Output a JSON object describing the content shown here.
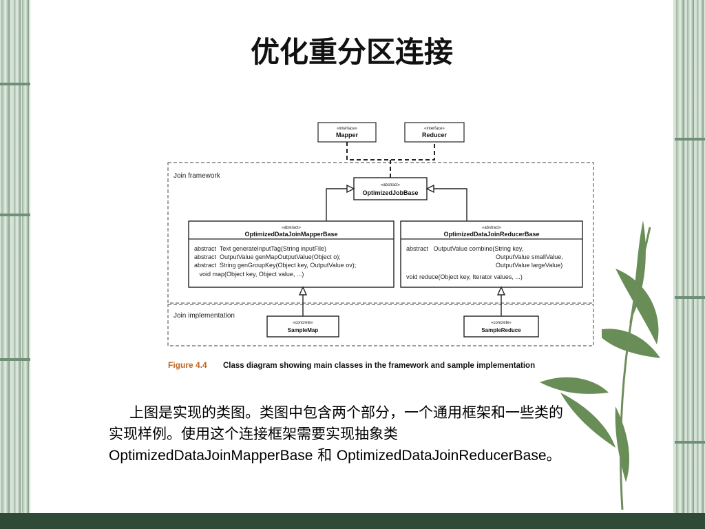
{
  "slide": {
    "title": "优化重分区连接"
  },
  "diagram": {
    "interfaces": [
      {
        "stereotype": "«interface»",
        "name": "Mapper"
      },
      {
        "stereotype": "«interface»",
        "name": "Reducer"
      }
    ],
    "framework_label": "Join framework",
    "implementation_label": "Join implementation",
    "base": {
      "stereotype": "«abstract»",
      "name": "OptimizedJobBase"
    },
    "mapper_base": {
      "stereotype": "«abstract»",
      "name": "OptimizedDataJoinMapperBase",
      "methods": [
        "abstract  Text generateInputTag(String inputFile)",
        "abstract  OutputValue genMapOutputValue(Object o);",
        "abstract  String genGroupKey(Object key, OutputValue ov);",
        "   void map(Object key, Object value, ...)"
      ]
    },
    "reducer_base": {
      "stereotype": "«abstract»",
      "name": "OptimizedDataJoinReducerBase",
      "methods": [
        "abstract   OutputValue combine(String key,",
        "OutputValue smallValue,",
        "OutputValue largeValue)",
        "void reduce(Object key, Iterator values, ...)"
      ]
    },
    "sample_map": {
      "stereotype": "«concrete»",
      "name": "SampleMap"
    },
    "sample_reduce": {
      "stereotype": "«concrete»",
      "name": "SampleReduce"
    },
    "caption_label": "Figure 4.4",
    "caption_text": "Class diagram showing main classes in the framework and sample implementation"
  },
  "body": {
    "line1": "上图是实现的类图。类图中包含两个部分，一个通用框架和一些类的",
    "line2": "实现样例。使用这个连接框架需要实现抽象类",
    "class1": "OptimizedDataJoinMapperBase",
    "and": " 和 ",
    "class2": "OptimizedDataJoinReducerBase",
    "end": "。"
  },
  "colors": {
    "caption_accent": "#c0641e",
    "strip": "#2f4a37",
    "leaf": "#4f7a3a"
  }
}
